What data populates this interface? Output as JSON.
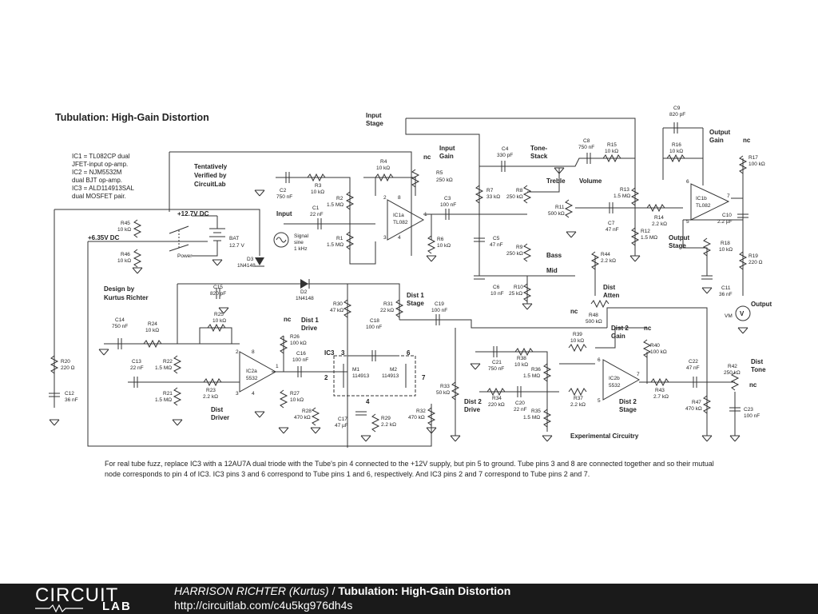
{
  "diagram": {
    "title": "Tubulation: High-Gain Distortion",
    "notes": [
      "IC1 = TL082CP dual",
      "JFET-input op-amp.",
      "IC2 = NJM5532M",
      "dual BJT op-amp.",
      "IC3 = ALD114913SAL",
      "dual MOSFET pair."
    ],
    "verified": [
      "Tentatively",
      "Verified by",
      "CircuitLab"
    ],
    "designer": [
      "Design by",
      "Kurtus Richter"
    ],
    "sections": {
      "input_stage": [
        "Input",
        "Stage"
      ],
      "input_gain": [
        "Input",
        "Gain"
      ],
      "tone_stack": [
        "Tone-",
        "Stack"
      ],
      "output_gain": [
        "Output",
        "Gain"
      ],
      "output_stage": [
        "Output",
        "Stage"
      ],
      "dist1_drive": [
        "Dist 1",
        "Drive"
      ],
      "dist1_stage": [
        "Dist 1",
        "Stage"
      ],
      "dist_driver": [
        "Dist",
        "Driver"
      ],
      "dist2_drive": [
        "Dist 2",
        "Drive"
      ],
      "dist2_gain": [
        "Dist 2",
        "Gain"
      ],
      "dist2_stage": [
        "Dist 2",
        "Stage"
      ],
      "dist_atten": [
        "Dist",
        "Atten"
      ],
      "dist_tone": [
        "Dist",
        "Tone"
      ],
      "experimental": "Experimental Circuitry",
      "treble": "Treble",
      "volume": "Volume",
      "bass": "Bass",
      "mid": "Mid",
      "input": "Input",
      "output": "Output"
    },
    "supplies": {
      "v12": "+12.7V DC",
      "v6": "+6.35V DC",
      "power": "Power",
      "bat": [
        "BAT",
        "12.7 V"
      ]
    },
    "signal": [
      "Signal",
      "sine",
      "1 kHz"
    ],
    "vm": "VM",
    "nc": "nc",
    "ic_labels": {
      "ic1a": [
        "IC1a",
        "TL082"
      ],
      "ic1b": [
        "IC1b",
        "TL082"
      ],
      "ic2a": [
        "IC2a",
        "5532"
      ],
      "ic2b": [
        "IC2b",
        "5532"
      ],
      "ic3": "IC3",
      "m1": [
        "M1",
        "114913"
      ],
      "m2": [
        "M2",
        "114913"
      ]
    },
    "pins": {
      "p1": "1",
      "p2": "2",
      "p3": "3",
      "p4": "4",
      "p5": "5",
      "p6": "6",
      "p7": "7",
      "p8": "8"
    },
    "components": {
      "C9": [
        "C9",
        "820 pF"
      ],
      "R16": [
        "R16",
        "10 kΩ"
      ],
      "R17": [
        "R17",
        "100 kΩ"
      ],
      "C4": [
        "C4",
        "330 pF"
      ],
      "C8": [
        "C8",
        "750 nF"
      ],
      "R15": [
        "R15",
        "10 kΩ"
      ],
      "R4": [
        "R4",
        "10 kΩ"
      ],
      "R5": [
        "R5",
        "250 kΩ"
      ],
      "C3": [
        "C3",
        "100 nF"
      ],
      "C2": [
        "C2",
        "750 nF"
      ],
      "R3": [
        "R3",
        "10 kΩ"
      ],
      "R2": [
        "R2",
        "1.5 MΩ"
      ],
      "C1": [
        "C1",
        "22 nF"
      ],
      "R1": [
        "R1",
        "1.5 MΩ"
      ],
      "R6": [
        "R6",
        "10 kΩ"
      ],
      "R7": [
        "R7",
        "33 kΩ"
      ],
      "R8": [
        "R8",
        "250 kΩ"
      ],
      "R11": [
        "R11",
        "500 kΩ"
      ],
      "R13": [
        "R13",
        "1.5 MΩ"
      ],
      "C7": [
        "C7",
        "47 nF"
      ],
      "R14": [
        "R14",
        "2.2 kΩ"
      ],
      "R12": [
        "R12",
        "1.5 MΩ"
      ],
      "C10": [
        "C10",
        "2.2 µF"
      ],
      "R18": [
        "R18",
        "10 kΩ"
      ],
      "R19": [
        "R19",
        "220 Ω"
      ],
      "C11": [
        "C11",
        "36 nF"
      ],
      "C5": [
        "C5",
        "47 nF"
      ],
      "R9": [
        "R9",
        "250 kΩ"
      ],
      "C6": [
        "C6",
        "10 nF"
      ],
      "R10": [
        "R10",
        "25 kΩ"
      ],
      "R44": [
        "R44",
        "2.2 kΩ"
      ],
      "R48": [
        "R48",
        "500 kΩ"
      ],
      "R45": [
        "R45",
        "10 kΩ"
      ],
      "R46": [
        "R46",
        "10 kΩ"
      ],
      "D3": [
        "D3",
        "1N4148"
      ],
      "D2": [
        "D2",
        "1N4148"
      ],
      "C15": [
        "C15",
        "820 pF"
      ],
      "R25": [
        "R25",
        "10 kΩ"
      ],
      "C14": [
        "C14",
        "750 nF"
      ],
      "R24": [
        "R24",
        "10 kΩ"
      ],
      "R26": [
        "R26",
        "100 kΩ"
      ],
      "C16": [
        "C16",
        "100 nF"
      ],
      "R30": [
        "R30",
        "47 kΩ"
      ],
      "R31": [
        "R31",
        "22 kΩ"
      ],
      "C18": [
        "C18",
        "100 nF"
      ],
      "C19": [
        "C19",
        "100 nF"
      ],
      "C13": [
        "C13",
        "22 nF"
      ],
      "R22": [
        "R22",
        "1.5 MΩ"
      ],
      "R21": [
        "R21",
        "1.5 MΩ"
      ],
      "R23": [
        "R23",
        "2.2 kΩ"
      ],
      "R27": [
        "R27",
        "10 kΩ"
      ],
      "R28": [
        "R28",
        "470 kΩ"
      ],
      "C17": [
        "C17",
        "47 µF"
      ],
      "R29": [
        "R29",
        "2.2 kΩ"
      ],
      "R32": [
        "R32",
        "470 kΩ"
      ],
      "R33": [
        "R33",
        "50 kΩ"
      ],
      "R34": [
        "R34",
        "220 kΩ"
      ],
      "C20": [
        "C20",
        "22 nF"
      ],
      "C21": [
        "C21",
        "750 nF"
      ],
      "R38": [
        "R38",
        "10 kΩ"
      ],
      "R36": [
        "R36",
        "1.5 MΩ"
      ],
      "R35": [
        "R35",
        "1.5 MΩ"
      ],
      "R37": [
        "R37",
        "2.2 kΩ"
      ],
      "R39": [
        "R39",
        "10 kΩ"
      ],
      "R40": [
        "R40",
        "100 kΩ"
      ],
      "R43": [
        "R43",
        "2.7 kΩ"
      ],
      "C22": [
        "C22",
        "47 nF"
      ],
      "R42": [
        "R42",
        "250 kΩ"
      ],
      "R47": [
        "R47",
        "470 kΩ"
      ],
      "C23": [
        "C23",
        "100 nF"
      ],
      "R20": [
        "R20",
        "220 Ω"
      ],
      "C12": [
        "C12",
        "36 nF"
      ]
    },
    "caption": "For real tube fuzz, replace IC3 with a 12AU7A dual triode with the Tube's pin 4 connected to the +12V supply, but pin 5 to ground. Tube pins 3 and 8 are connected together and so their mutual node corresponds to pin 4 of IC3. IC3 pins 3 and 6 correspond to Tube pins 1 and 6, respectively. And IC3 pins 2 and 7 correspond to Tube pins 2 and 7."
  },
  "footer": {
    "logo_top": "CIRCUIT",
    "logo_bottom": "LAB",
    "author": "HARRISON RICHTER (Kurtus)",
    "separator": " / ",
    "title": "Tubulation: High-Gain Distortion",
    "url": "http://circuitlab.com/c4u5kg976dh4s"
  }
}
